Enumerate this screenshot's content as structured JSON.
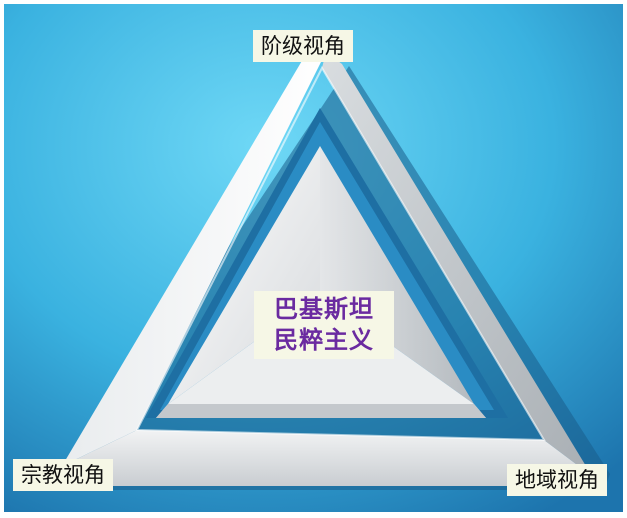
{
  "diagram": {
    "center_label_line1": "巴基斯坦",
    "center_label_line2": "民粹主义",
    "vertex_top": "阶级视角",
    "vertex_bottom_left": "宗教视角",
    "vertex_bottom_right": "地域视角"
  },
  "colors": {
    "background_light": "#5fd0f2",
    "background_dark": "#1f7fb4",
    "triangle_face": "#ffffff",
    "triangle_shadow": "#9aa0a6",
    "label_background": "#f6f7e6",
    "center_text": "#6a2aa0"
  }
}
